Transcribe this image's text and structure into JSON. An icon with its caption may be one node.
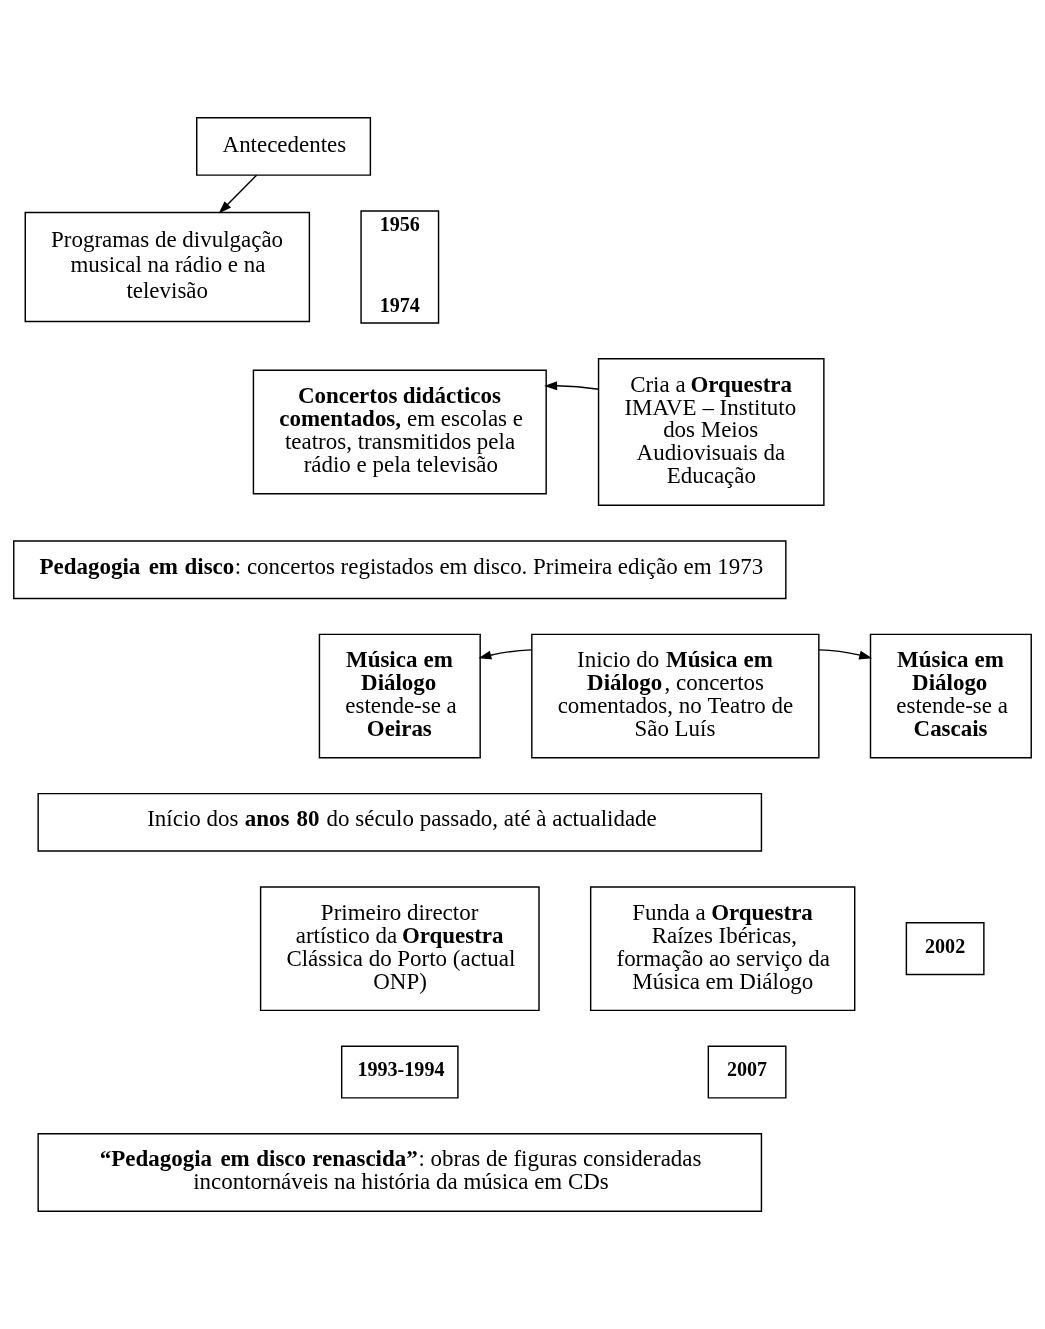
{
  "diagram": {
    "nodes": [
      {
        "text": [
          "Antecedentes"
        ]
      },
      {
        "text": [
          "Programas de divulgação musical na rádio e na televisão"
        ]
      },
      {
        "text": [
          "1956",
          "1974"
        ]
      },
      {
        "text": [
          "**Concertos didácticos comentados,** em escolas e teatros, transmitidos pela rádio e pela televisão"
        ]
      },
      {
        "text": [
          "Cria a **Orquestra** IMAVE – Instituto dos Meios Audiovisuais da Educação"
        ]
      },
      {
        "text": [
          "**Pedagogia em disco**: concertos registados em disco. Primeira edição em 1973"
        ]
      },
      {
        "text": [
          "**Música em Diálogo** estende-se a **Oeiras**"
        ]
      },
      {
        "text": [
          "Inicio do **Música em Diálogo**, concertos comentados, no Teatro de São Luís"
        ]
      },
      {
        "text": [
          "**Música em Diálogo** estende-se a **Cascais**"
        ]
      },
      {
        "text": [
          "Início dos **anos 80** do século passado, até à actualidade"
        ]
      },
      {
        "text": [
          "Primeiro director artístico da **Orquestra** Clássica do Porto (actual ONP)"
        ]
      },
      {
        "text": [
          "1993-1994"
        ]
      },
      {
        "text": [
          "Funda a **Orquestra** Raízes Ibéricas, formação ao serviço da Música em Diálogo"
        ]
      },
      {
        "text": [
          "2002"
        ]
      },
      {
        "text": [
          "2007"
        ]
      },
      {
        "text": [
          "**“Pedagogia em disco renascida”**: obras de figuras consideradas incontornáveis na história da música em CDs"
        ]
      }
    ],
    "edges": [
      {
        "from": 0,
        "to": 1,
        "arrow": "to"
      },
      {
        "from": 4,
        "to": 3,
        "arrow": "to"
      },
      {
        "from": 7,
        "to": 6,
        "arrow": "to"
      },
      {
        "from": 7,
        "to": 8,
        "arrow": "to"
      }
    ]
  }
}
